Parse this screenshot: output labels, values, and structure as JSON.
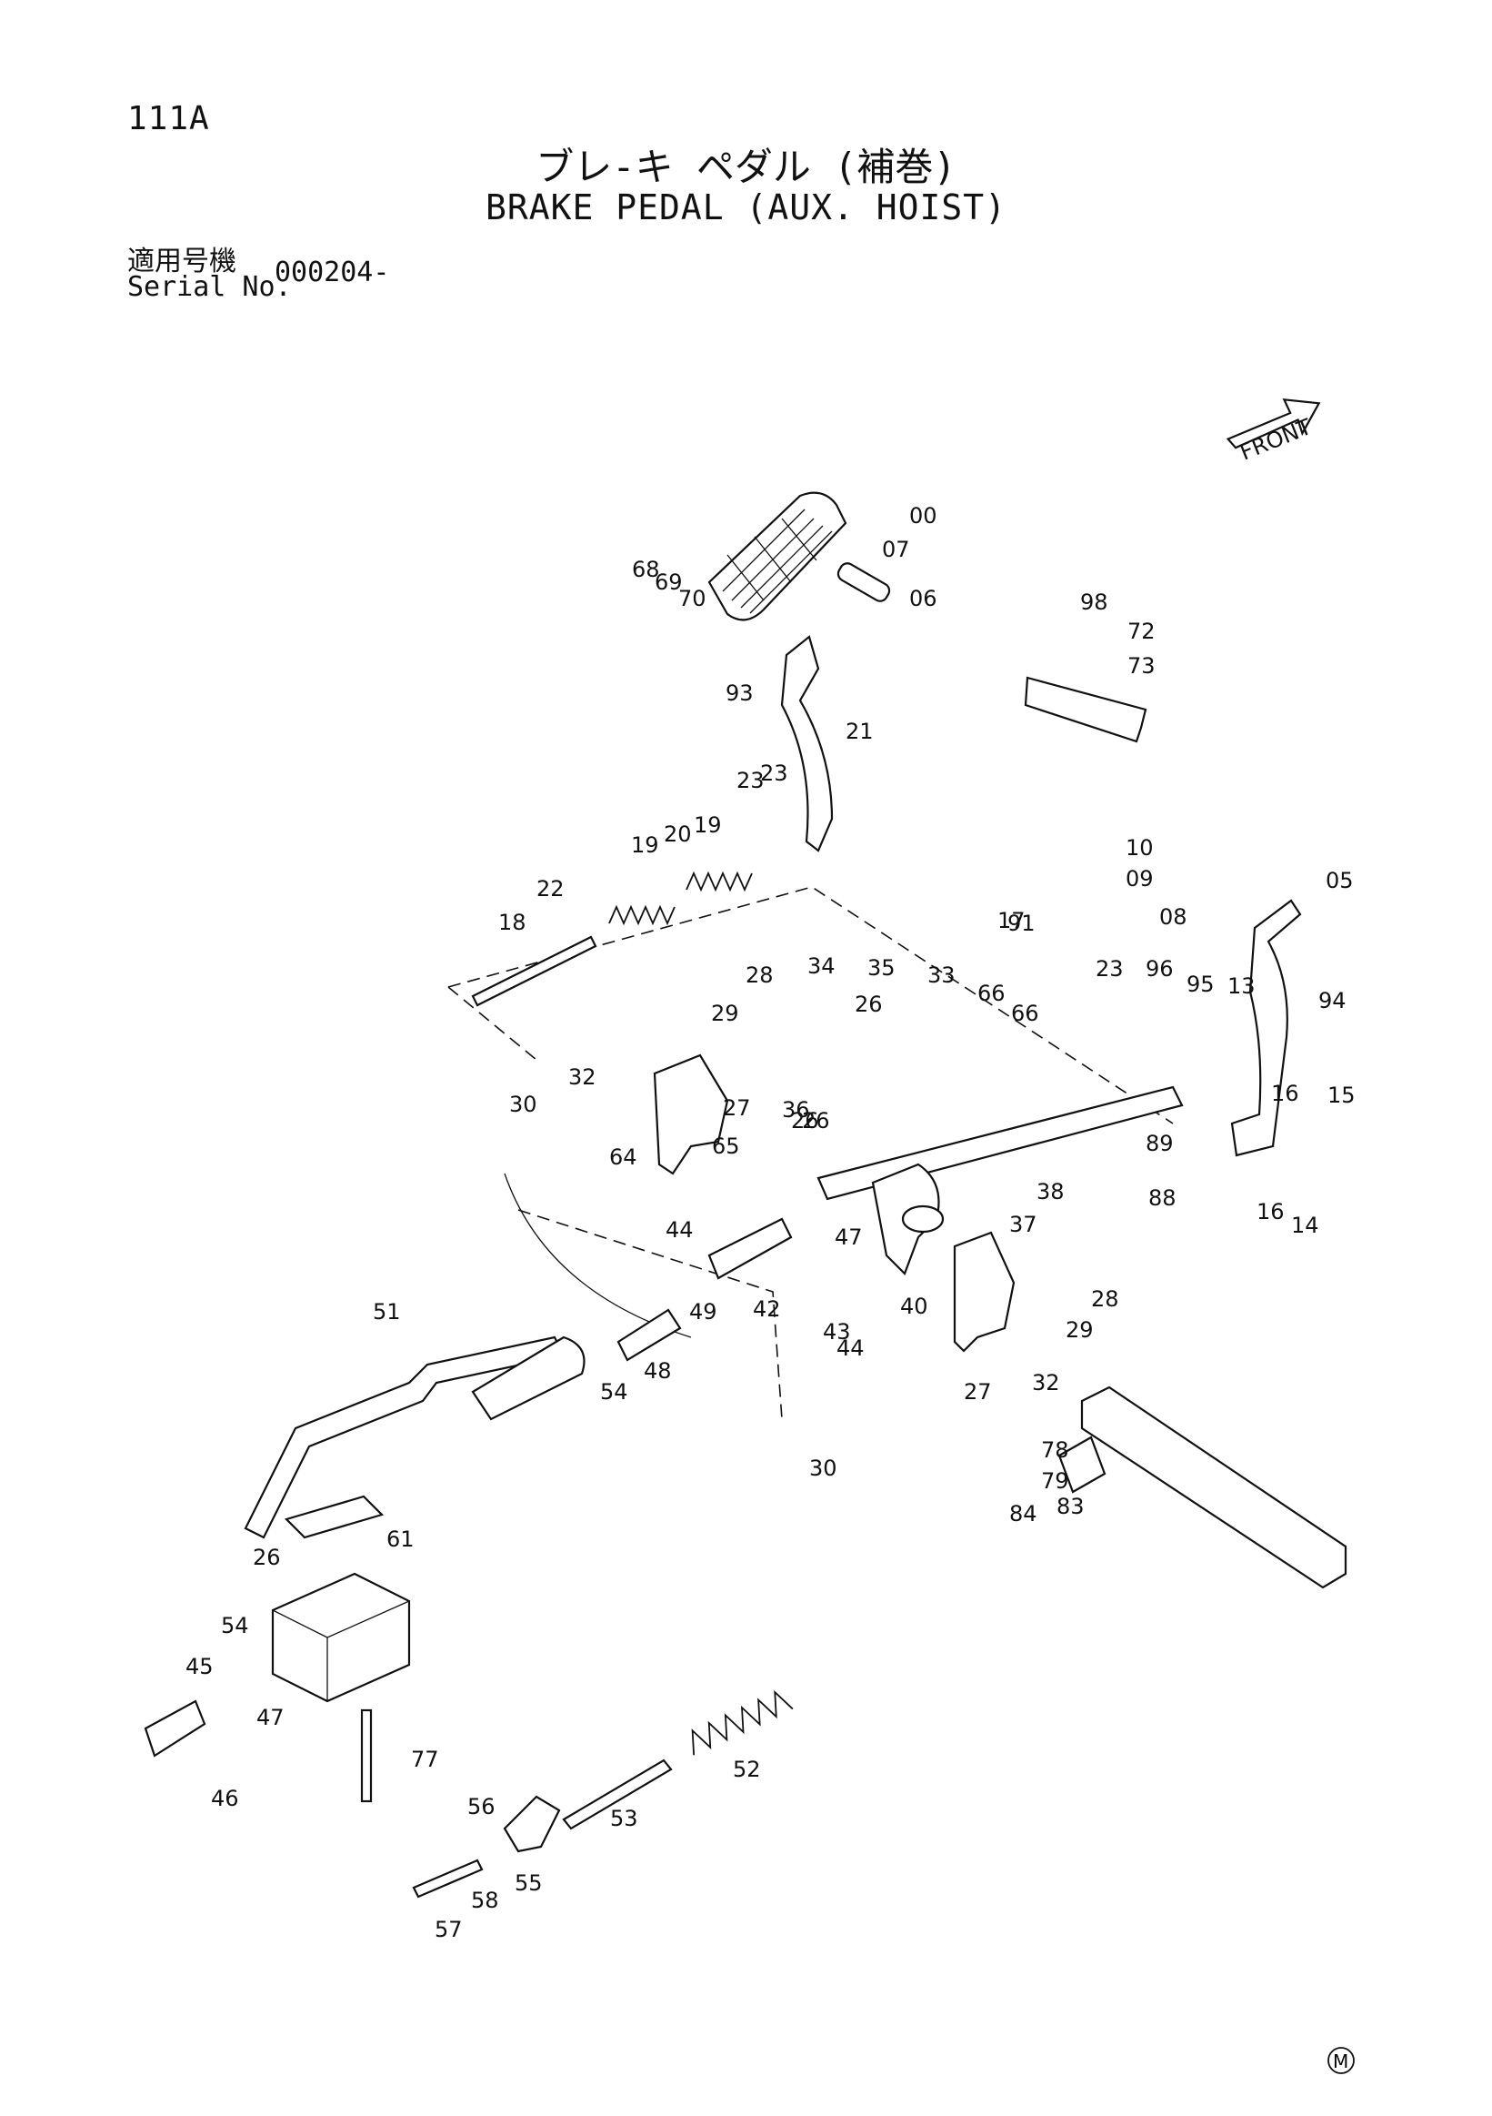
{
  "page_code": "111A",
  "title_jp": "ブレ-キ ペダル (補巻)",
  "title_en": "BRAKE PEDAL (AUX. HOIST)",
  "serial_label_jp": "適用号機",
  "serial_label_en": "Serial No.",
  "serial_value": "000204-",
  "front_label": "FRONT",
  "footer_mark": "M",
  "parts": [
    "00",
    "07",
    "06",
    "68",
    "69",
    "70",
    "98",
    "72",
    "73",
    "93",
    "21",
    "23",
    "23",
    "20",
    "19",
    "19",
    "22",
    "18",
    "10",
    "09",
    "08",
    "05",
    "91",
    "17",
    "23",
    "96",
    "95",
    "13",
    "94",
    "34",
    "35",
    "33",
    "28",
    "29",
    "26",
    "66",
    "66",
    "32",
    "27",
    "36",
    "26",
    "26",
    "30",
    "65",
    "64",
    "44",
    "47",
    "16",
    "15",
    "89",
    "38",
    "88",
    "37",
    "16",
    "14",
    "42",
    "43",
    "40",
    "28",
    "29",
    "49",
    "48",
    "54",
    "44",
    "27",
    "32",
    "51",
    "30",
    "84",
    "83",
    "78",
    "79",
    "61",
    "26",
    "54",
    "45",
    "47",
    "46",
    "77",
    "52",
    "56",
    "53",
    "55",
    "57",
    "58"
  ]
}
